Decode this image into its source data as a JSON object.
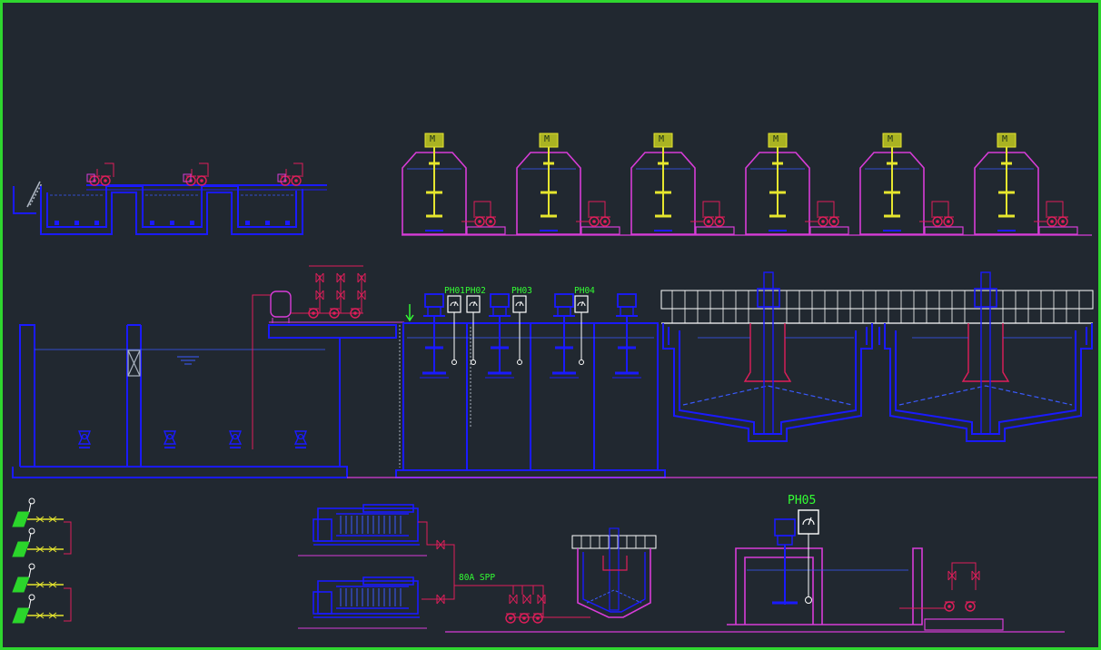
{
  "drawing": {
    "colors": {
      "background": "#212830",
      "frame": "#2fd62f",
      "structure": "#1a1aff",
      "pipe": "#e01e5a",
      "magenta": "#d83cd8",
      "annotation": "#33ff33",
      "gray": "#aab3bf",
      "yellow": "#e6e62e"
    },
    "motor_tag": "M",
    "ph_labels": [
      "PH01",
      "PH02",
      "PH03",
      "PH04"
    ],
    "ph05_label": "PH05",
    "pipe_label": "80A SPP"
  }
}
